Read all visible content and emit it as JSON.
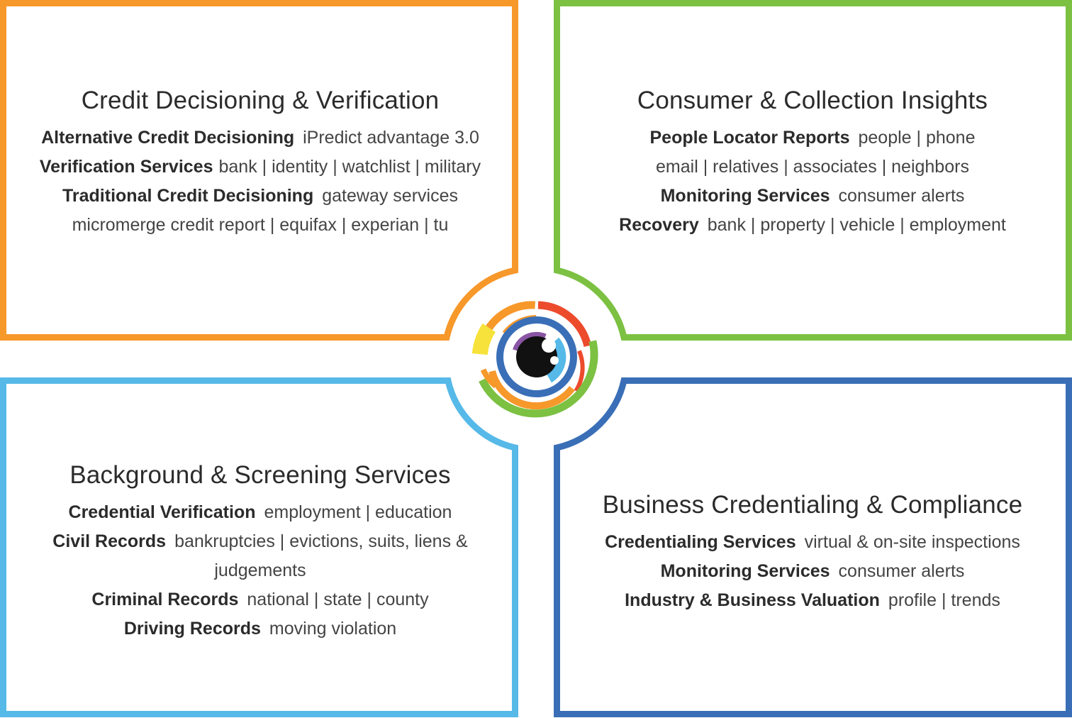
{
  "quadrants": {
    "credit": {
      "title": "Credit Decisioning & Verification",
      "color": "#f7982a",
      "lines": [
        {
          "label": "Alternative Credit Decisioning",
          "detail": "iPredict advantage 3.0"
        },
        {
          "label": "Verification Services",
          "detail": "bank | identity | watchlist | military"
        },
        {
          "label": "Traditional Credit Decisioning",
          "detail": "gateway services"
        },
        {
          "label": "",
          "detail": "micromerge credit report | equifax | experian | tu"
        }
      ]
    },
    "consumer": {
      "title": "Consumer & Collection Insights",
      "color": "#7cc142",
      "lines": [
        {
          "label": "People Locator Reports",
          "detail": "people | phone"
        },
        {
          "label": "",
          "detail": "email | relatives | associates | neighbors"
        },
        {
          "label": "Monitoring Services",
          "detail": "consumer alerts"
        },
        {
          "label": "Recovery",
          "detail": "bank | property | vehicle | employment"
        }
      ]
    },
    "background": {
      "title": "Background & Screening Services",
      "color": "#56b9e8",
      "lines": [
        {
          "label": "Credential Verification",
          "detail": "employment | education"
        },
        {
          "label": "Civil Records",
          "detail": "bankruptcies | evictions, suits, liens & judgements"
        },
        {
          "label": "Criminal Records",
          "detail": "national | state | county"
        },
        {
          "label": "Driving Records",
          "detail": "moving violation"
        }
      ]
    },
    "business": {
      "title": "Business Credentialing & Compliance",
      "color": "#3a6fb7",
      "lines": [
        {
          "label": "Credentialing Services",
          "detail": "virtual & on-site inspections"
        },
        {
          "label": "Monitoring Services",
          "detail": "consumer alerts"
        },
        {
          "label": "Industry & Business Valuation",
          "detail": "profile | trends"
        }
      ]
    }
  },
  "logo": {
    "name": "eye-logo",
    "colors": {
      "red": "#ec4b2c",
      "orange": "#f7982a",
      "yellow": "#f6e23a",
      "green": "#7cc142",
      "light_blue": "#56b9e8",
      "dark_blue": "#3a6fb7",
      "purple": "#8a55a4",
      "pupil": "#111111"
    }
  }
}
